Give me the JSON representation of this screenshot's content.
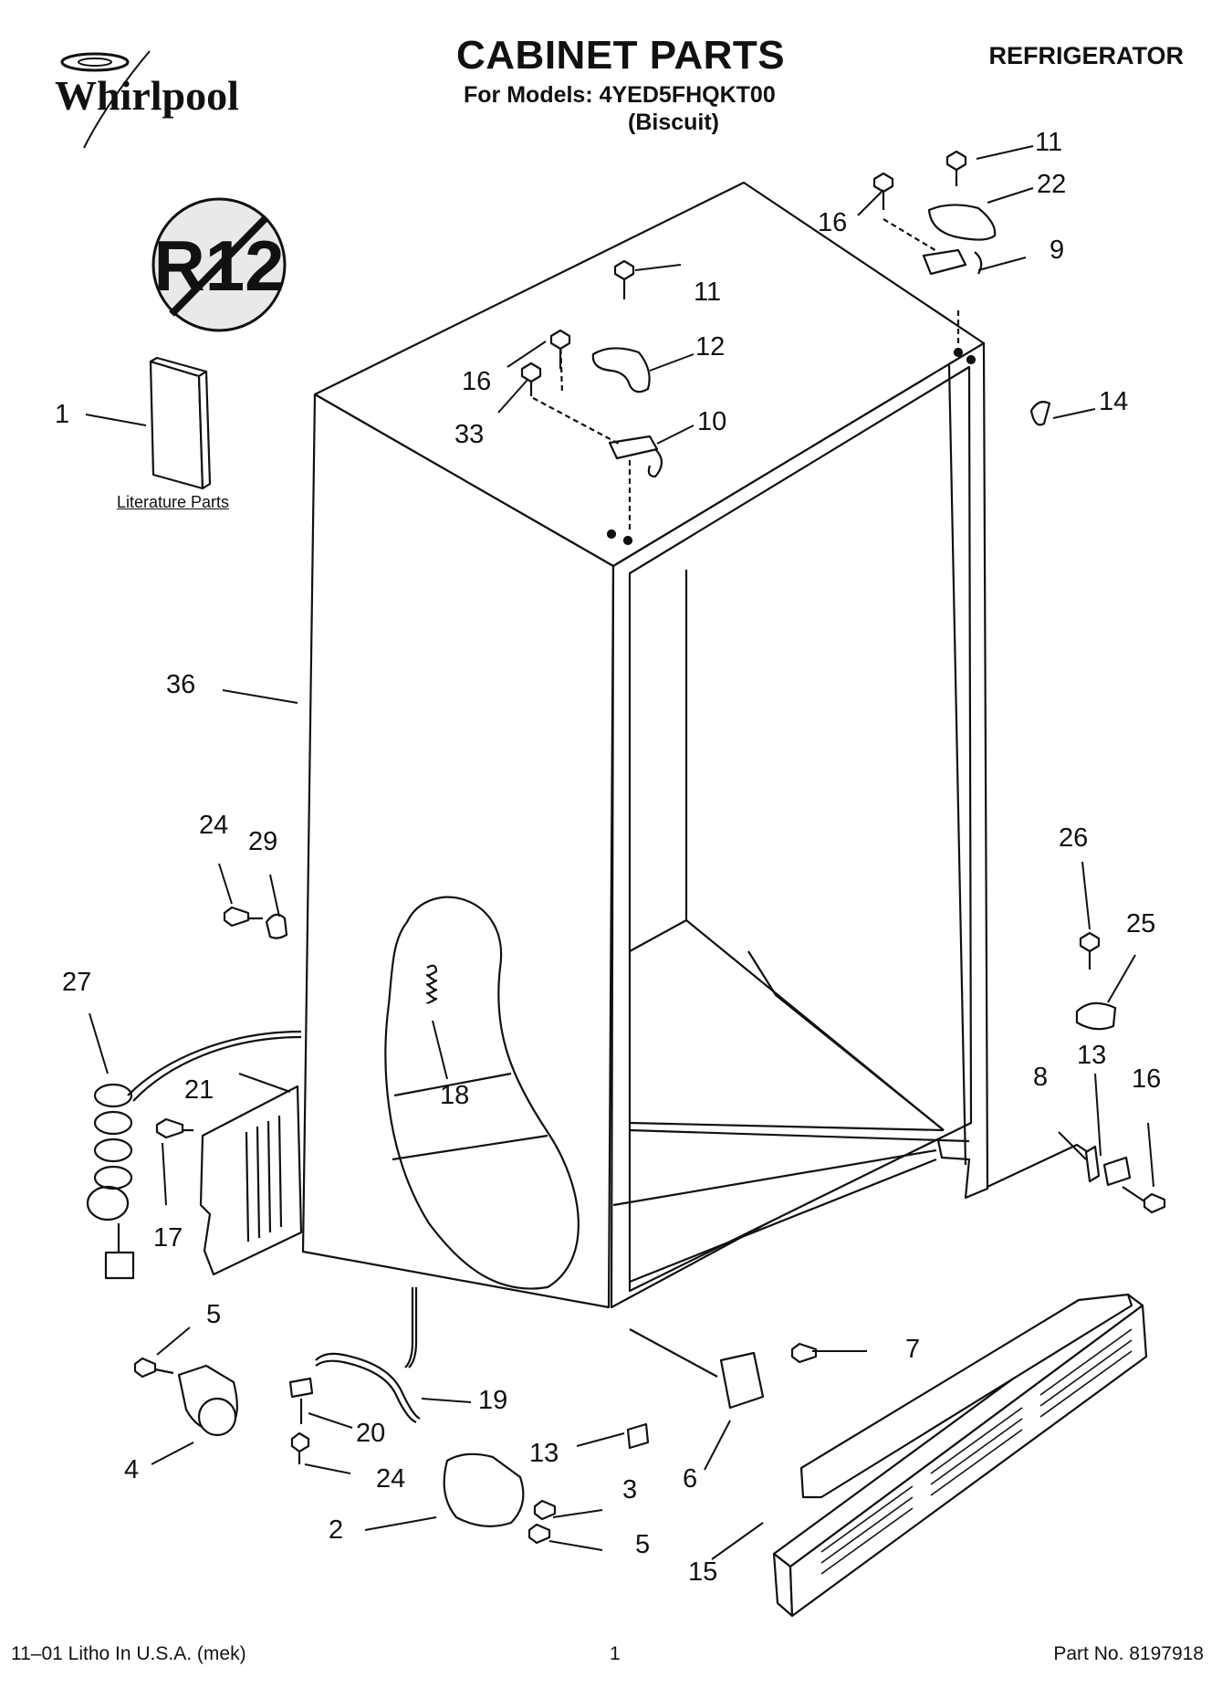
{
  "brand": "Whirlpool",
  "no_refrigerant_badge": "R12",
  "header": {
    "title": "CABINET PARTS",
    "appliance": "REFRIGERATOR",
    "models_line": "For Models: 4YED5FHQKT00",
    "variant": "(Biscuit)"
  },
  "literature_label": "Literature Parts",
  "callouts": [
    {
      "id": "c11a",
      "label": "11"
    },
    {
      "id": "c22",
      "label": "22"
    },
    {
      "id": "c16a",
      "label": "16"
    },
    {
      "id": "c9",
      "label": "9"
    },
    {
      "id": "c11b",
      "label": "11"
    },
    {
      "id": "c12",
      "label": "12"
    },
    {
      "id": "c16b",
      "label": "16"
    },
    {
      "id": "c10",
      "label": "10"
    },
    {
      "id": "c33",
      "label": "33"
    },
    {
      "id": "c14",
      "label": "14"
    },
    {
      "id": "c1",
      "label": "1"
    },
    {
      "id": "c36",
      "label": "36"
    },
    {
      "id": "c24a",
      "label": "24"
    },
    {
      "id": "c29",
      "label": "29"
    },
    {
      "id": "c26",
      "label": "26"
    },
    {
      "id": "c25",
      "label": "25"
    },
    {
      "id": "c27",
      "label": "27"
    },
    {
      "id": "c13a",
      "label": "13"
    },
    {
      "id": "c8",
      "label": "8"
    },
    {
      "id": "c16c",
      "label": "16"
    },
    {
      "id": "c21",
      "label": "21"
    },
    {
      "id": "c18",
      "label": "18"
    },
    {
      "id": "c17",
      "label": "17"
    },
    {
      "id": "c5a",
      "label": "5"
    },
    {
      "id": "c7",
      "label": "7"
    },
    {
      "id": "c19",
      "label": "19"
    },
    {
      "id": "c20",
      "label": "20"
    },
    {
      "id": "c4",
      "label": "4"
    },
    {
      "id": "c13b",
      "label": "13"
    },
    {
      "id": "c6",
      "label": "6"
    },
    {
      "id": "c24b",
      "label": "24"
    },
    {
      "id": "c3",
      "label": "3"
    },
    {
      "id": "c2",
      "label": "2"
    },
    {
      "id": "c5b",
      "label": "5"
    },
    {
      "id": "c15",
      "label": "15"
    }
  ],
  "footer": {
    "print_info": "11–01 Litho In U.S.A. (mek)",
    "page_number": "1",
    "part_number": "Part No. 8197918"
  }
}
